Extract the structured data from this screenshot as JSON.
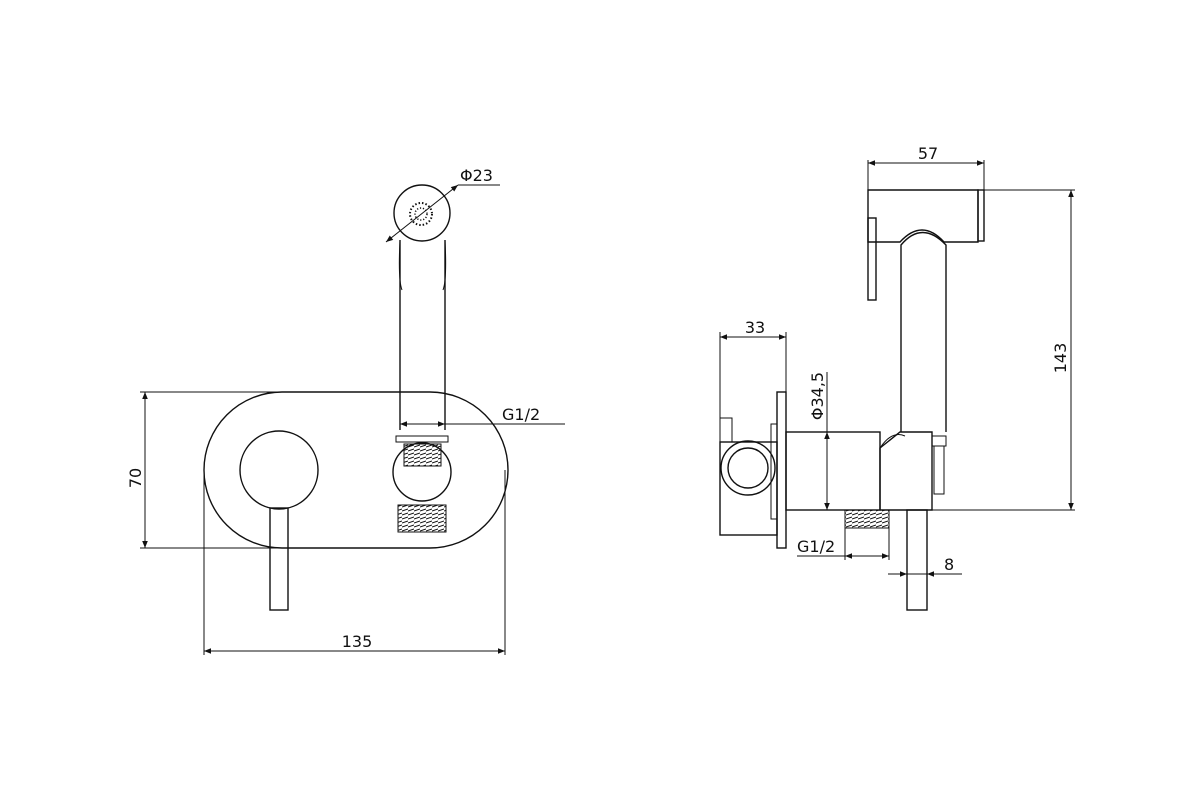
{
  "front_view": {
    "width_dim": "135",
    "height_dim": "70",
    "head_diameter_dim": "Φ23",
    "thread_dim": "G1/2"
  },
  "side_view": {
    "top_width_dim": "57",
    "total_height_dim": "143",
    "depth_dim": "33",
    "body_diameter_dim": "Φ34,5",
    "thread_dim": "G1/2",
    "pipe_dim": "8"
  }
}
